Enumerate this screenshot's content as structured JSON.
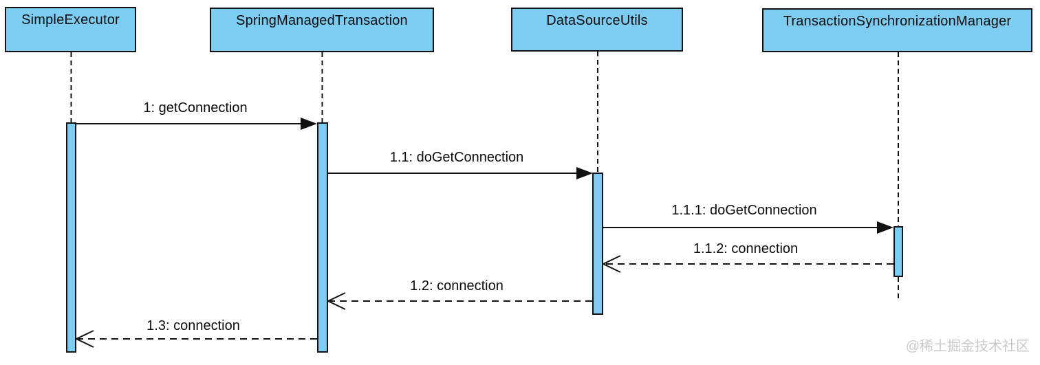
{
  "diagram": {
    "type": "uml-sequence-diagram",
    "actors": [
      {
        "name": "SimpleExecutor"
      },
      {
        "name": "SpringManagedTransaction"
      },
      {
        "name": "DataSourceUtils"
      },
      {
        "name": "TransactionSynchronizationManager"
      }
    ],
    "messages": [
      {
        "label": "1: getConnection",
        "from": "SimpleExecutor",
        "to": "SpringManagedTransaction",
        "kind": "call"
      },
      {
        "label": "1.1: doGetConnection",
        "from": "SpringManagedTransaction",
        "to": "DataSourceUtils",
        "kind": "call"
      },
      {
        "label": "1.1.1: doGetConnection",
        "from": "DataSourceUtils",
        "to": "TransactionSynchronizationManager",
        "kind": "call"
      },
      {
        "label": "1.1.2: connection",
        "from": "TransactionSynchronizationManager",
        "to": "DataSourceUtils",
        "kind": "return"
      },
      {
        "label": "1.2: connection",
        "from": "DataSourceUtils",
        "to": "SpringManagedTransaction",
        "kind": "return"
      },
      {
        "label": "1.3: connection",
        "from": "SpringManagedTransaction",
        "to": "SimpleExecutor",
        "kind": "return"
      }
    ],
    "watermark": "@稀土掘金技术社区",
    "colors": {
      "actor_fill": "#7dcdf2",
      "line": "#111111",
      "watermark_text": "#c9c9c9",
      "background": "#ffffff"
    }
  }
}
